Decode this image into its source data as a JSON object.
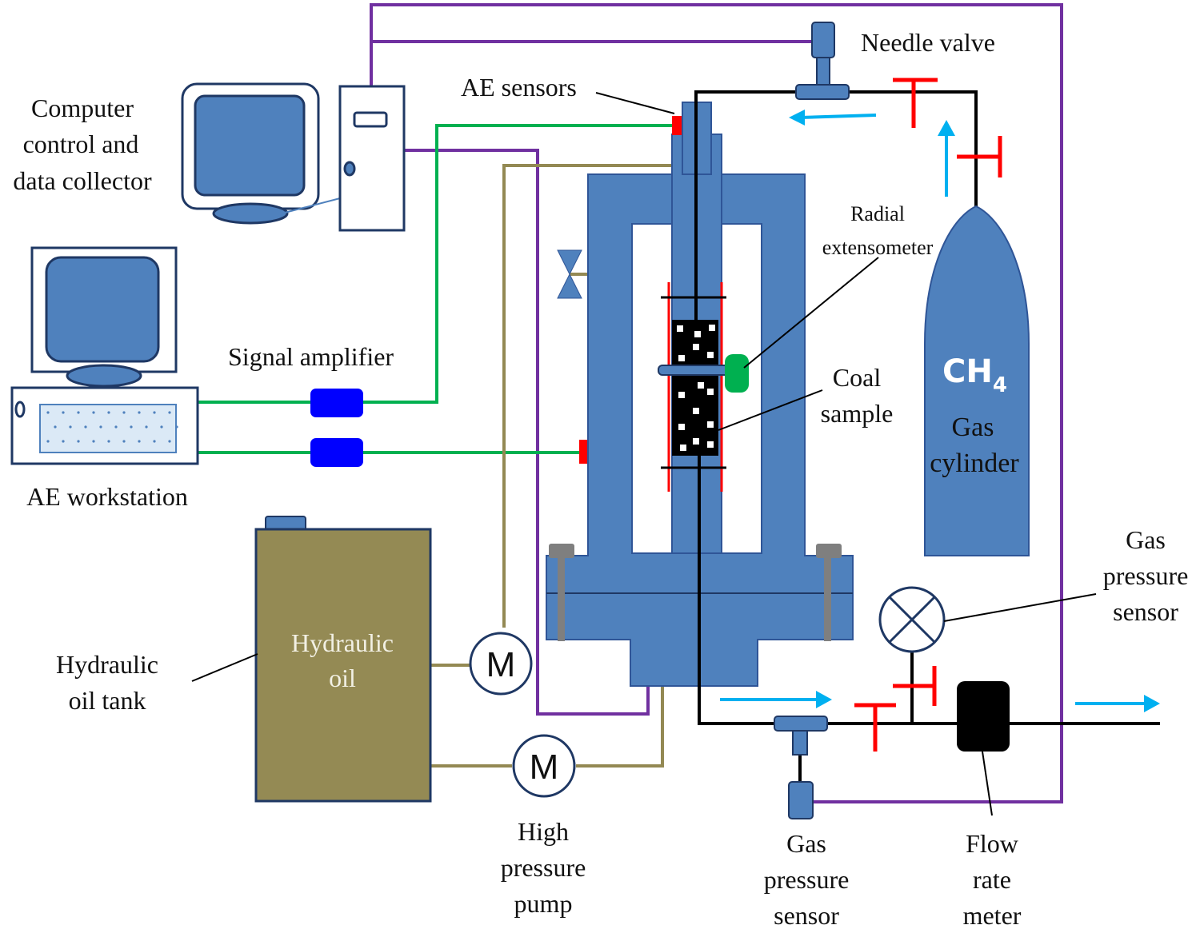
{
  "labels": {
    "needle_valve": "Needle valve",
    "ae_sensors": "AE sensors",
    "computer": [
      "Computer",
      "control and",
      "data collector"
    ],
    "radial_extensometer": [
      "Radial",
      "extensometer"
    ],
    "coal_sample": [
      "Coal",
      "sample"
    ],
    "signal_amplifier": "Signal amplifier",
    "ae_workstation": "AE workstation",
    "gas_cylinder": [
      "Gas",
      "cylinder"
    ],
    "ch4_main": "CH",
    "ch4_sub": "4",
    "hydraulic_oil": [
      "Hydraulic",
      "oil"
    ],
    "hydraulic_oil_tank": [
      "Hydraulic",
      "oil tank"
    ],
    "gas_pressure_sensor_right": [
      "Gas",
      "pressure",
      "sensor"
    ],
    "gas_pressure_sensor_bottom": [
      "Gas",
      "pressure",
      "sensor"
    ],
    "high_pressure_pump": [
      "High",
      "pressure",
      "pump"
    ],
    "flow_rate_meter": [
      "Flow",
      "rate",
      "meter"
    ],
    "pump_symbol": "M"
  },
  "colors": {
    "apparatus_blue": "#4f81bd",
    "outline_blue": "#1f3864",
    "signal_line": "#00b050",
    "power_line": "#7030a0",
    "hydraulic_line": "#938953",
    "gas_line": "#000000",
    "valve_red": "#ff0000",
    "flow_arrow": "#00b0f0",
    "amplifier": "#0000ff",
    "extensometer": "#00b050",
    "oil_tank": "#948a54"
  },
  "icons": [
    "computer-icon",
    "workstation-icon",
    "pump-icon",
    "valve-icon",
    "sensor-icon",
    "gas-cylinder-icon",
    "flow-meter-icon"
  ]
}
